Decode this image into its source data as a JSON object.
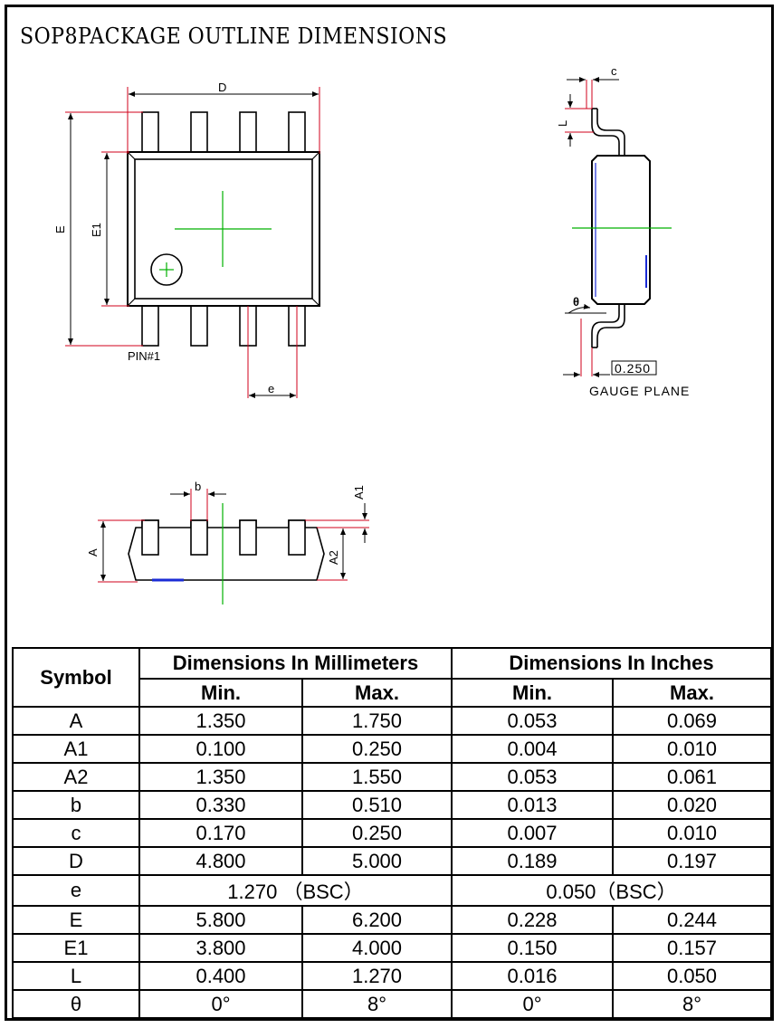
{
  "title": "SOP8PACKAGE OUTLINE DIMENSIONS",
  "drawing_labels": {
    "D": "D",
    "E": "E",
    "E1": "E1",
    "pin1": "PIN#1",
    "e": "e",
    "c": "c",
    "L": "L",
    "theta": "θ",
    "gauge_value": "0.250",
    "gauge_plane": "GAUGE PLANE",
    "b": "b",
    "A": "A",
    "A1": "A1",
    "A2": "A2"
  },
  "colors": {
    "outline": "#000000",
    "dimension_red": "#d0021b",
    "centerline_green": "#00b000",
    "body_blue": "#1a2bd6"
  },
  "table": {
    "symbol_header": "Symbol",
    "mm_header": "Dimensions In Millimeters",
    "in_header": "Dimensions In Inches",
    "min_label": "Min.",
    "max_label": "Max.",
    "rows": [
      {
        "symbol": "A",
        "mm_min": "1.350",
        "mm_max": "1.750",
        "in_min": "0.053",
        "in_max": "0.069"
      },
      {
        "symbol": "A1",
        "mm_min": "0.100",
        "mm_max": "0.250",
        "in_min": "0.004",
        "in_max": "0.010"
      },
      {
        "symbol": "A2",
        "mm_min": "1.350",
        "mm_max": "1.550",
        "in_min": "0.053",
        "in_max": "0.061"
      },
      {
        "symbol": "b",
        "mm_min": "0.330",
        "mm_max": "0.510",
        "in_min": "0.013",
        "in_max": "0.020"
      },
      {
        "symbol": "c",
        "mm_min": "0.170",
        "mm_max": "0.250",
        "in_min": "0.007",
        "in_max": "0.010"
      },
      {
        "symbol": "D",
        "mm_min": "4.800",
        "mm_max": "5.000",
        "in_min": "0.189",
        "in_max": "0.197"
      },
      {
        "symbol": "E",
        "mm_min": "5.800",
        "mm_max": "6.200",
        "in_min": "0.228",
        "in_max": "0.244"
      },
      {
        "symbol": "E1",
        "mm_min": "3.800",
        "mm_max": "4.000",
        "in_min": "0.150",
        "in_max": "0.157"
      },
      {
        "symbol": "L",
        "mm_min": "0.400",
        "mm_max": "1.270",
        "in_min": "0.016",
        "in_max": "0.050"
      },
      {
        "symbol": "θ",
        "mm_min": "0°",
        "mm_max": "8°",
        "in_min": "0°",
        "in_max": "8°"
      }
    ],
    "e_row": {
      "symbol": "e",
      "mm_bsc": "1.270 （BSC）",
      "in_bsc": "0.050（BSC）"
    }
  }
}
